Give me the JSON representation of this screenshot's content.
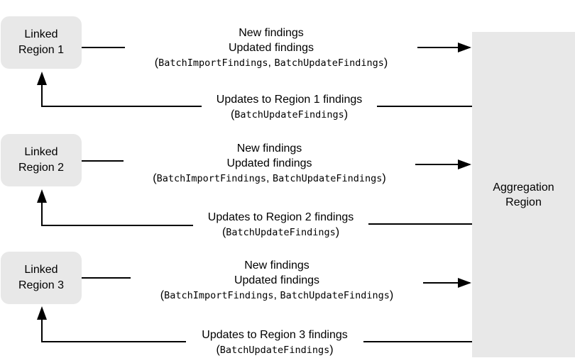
{
  "aggregation": {
    "line1": "Aggregation",
    "line2": "Region"
  },
  "regions": [
    {
      "line1": "Linked",
      "line2": "Region 1",
      "out_line1": "New findings",
      "out_line2": "Updated findings",
      "out_api1": "BatchImportFindings",
      "out_sep": ", ",
      "out_api2": "BatchUpdateFindings",
      "ret_line1": "Updates to Region 1 findings",
      "ret_api": "BatchUpdateFindings"
    },
    {
      "line1": "Linked",
      "line2": "Region 2",
      "out_line1": "New findings",
      "out_line2": "Updated findings",
      "out_api1": "BatchImportFindings",
      "out_sep": ", ",
      "out_api2": "BatchUpdateFindings",
      "ret_line1": "Updates to Region 2 findings",
      "ret_api": "BatchUpdateFindings"
    },
    {
      "line1": "Linked",
      "line2": "Region 3",
      "out_line1": "New findings",
      "out_line2": "Updated findings",
      "out_api1": "BatchImportFindings",
      "out_sep": ", ",
      "out_api2": "BatchUpdateFindings",
      "ret_line1": "Updates to Region 3 findings",
      "ret_api": "BatchUpdateFindings"
    }
  ],
  "colors": {
    "box_fill": "#e8e8e8",
    "line": "#000000"
  }
}
